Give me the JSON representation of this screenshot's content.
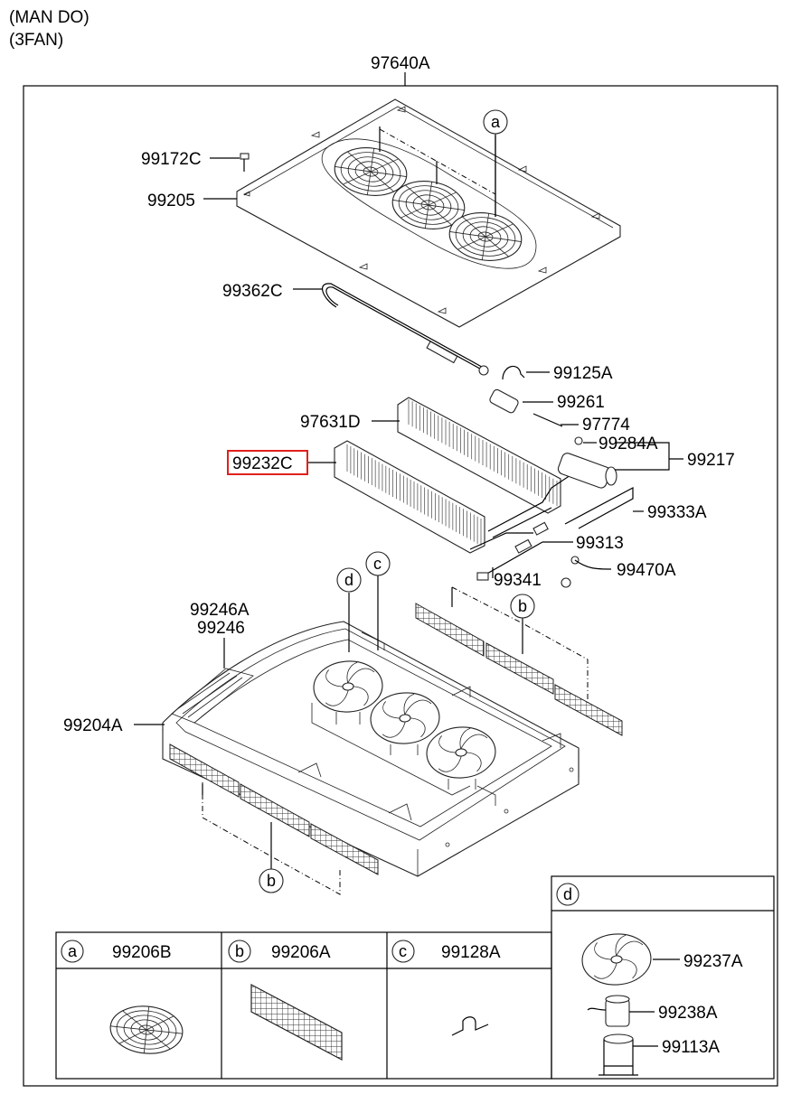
{
  "header": {
    "line1": "(MAN DO)",
    "line2": "(3FAN)"
  },
  "assembly_label": "97640A",
  "highlight_color": "#e0201c",
  "parts": {
    "p99172C": "99172C",
    "p99205": "99205",
    "p99362C": "99362C",
    "p99125A": "99125A",
    "p99261": "99261",
    "p97631D": "97631D",
    "p97774": "97774",
    "p99284A": "99284A",
    "p99232C": "99232C",
    "p99217": "99217",
    "p99333A": "99333A",
    "p99313": "99313",
    "p99341": "99341",
    "p99470A": "99470A",
    "p99246A": "99246A",
    "p99246": "99246",
    "p99204A": "99204A"
  },
  "callouts": {
    "a": "a",
    "b": "b",
    "c": "c",
    "d": "d"
  },
  "legend": {
    "a": {
      "key": "a",
      "part": "99206B"
    },
    "b": {
      "key": "b",
      "part": "99206A"
    },
    "c": {
      "key": "c",
      "part": "99128A"
    },
    "d": {
      "key": "d",
      "parts": [
        "99237A",
        "99238A",
        "99113A"
      ]
    }
  }
}
